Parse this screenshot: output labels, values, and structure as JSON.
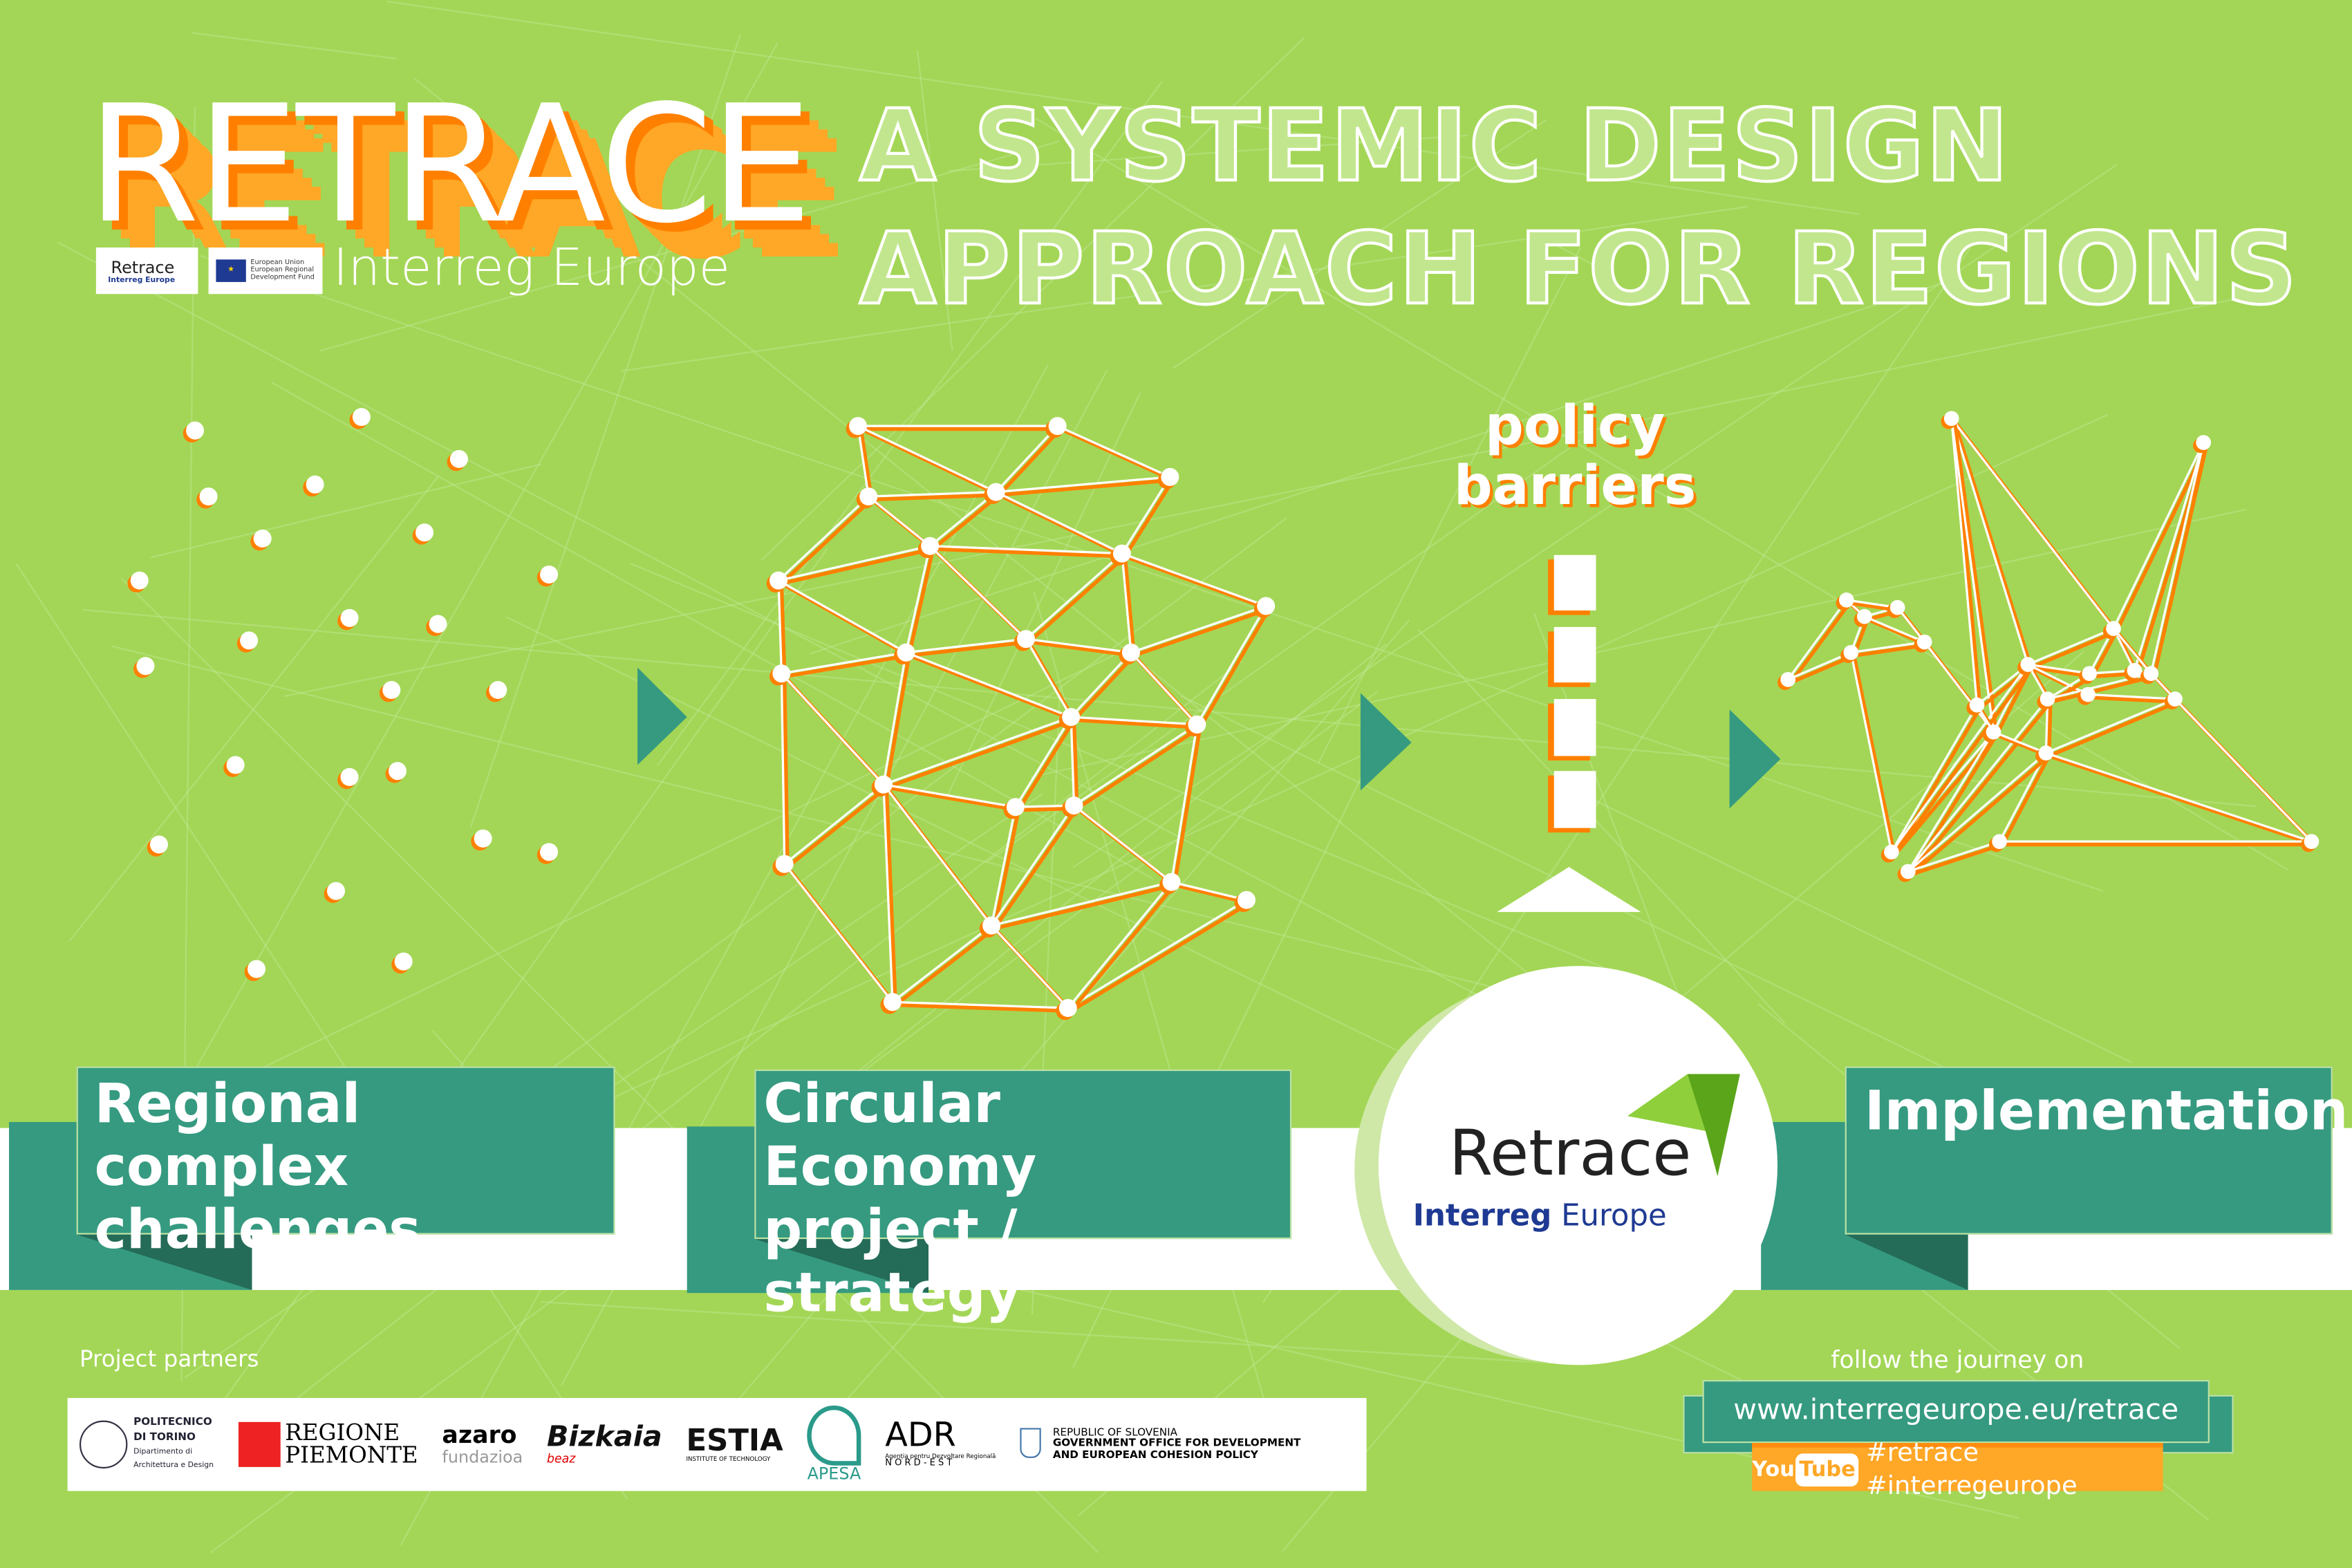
{
  "header": {
    "logo_word": "RETRACE",
    "logo_sub": "Interreg Europe",
    "mini_logo": {
      "name": "Retrace",
      "sub": "Interreg Europe"
    },
    "eu_logo": {
      "line1": "European Union",
      "line2": "European Regional",
      "line3": "Development Fund"
    }
  },
  "title": {
    "line1": "A SYSTEMIC DESIGN",
    "line2": "APPROACH FOR REGIONS"
  },
  "policy": {
    "line1": "policy",
    "line2": "barriers"
  },
  "steps": [
    {
      "line1": "Regional complex",
      "line2": "challenges"
    },
    {
      "line1": "Circular Economy",
      "line2": "project  / strategy"
    },
    {
      "line1": "Implementation",
      "line2": ""
    }
  ],
  "center_logo": {
    "name": "Retrace",
    "sub1": "Interreg",
    "sub2": "Europe"
  },
  "partners": {
    "label": "Project partners",
    "items": [
      {
        "name": "POLITECNICO DI TORINO",
        "sub": "Dipartimento di Architettura e Design"
      },
      {
        "name": "REGIONE",
        "sub": "PIEMONTE"
      },
      {
        "name": "azaro",
        "sub": "fundazioa"
      },
      {
        "name": "Bizkaia",
        "sub": "beaz"
      },
      {
        "name": "ESTIA",
        "sub": "INSTITUTE OF TECHNOLOGY"
      },
      {
        "name": "APESA",
        "sub": ""
      },
      {
        "name": "ADR",
        "sub": "Agenția pentru Dezvoltare Regională",
        "sub2": "N O R D - E S T"
      },
      {
        "name": "REPUBLIC OF SLOVENIA",
        "sub": "GOVERNMENT OFFICE FOR DEVELOPMENT",
        "sub2": "AND EUROPEAN COHESION POLICY"
      }
    ]
  },
  "follow": {
    "label": "follow the journey on",
    "url": "www.interregeurope.eu/retrace",
    "youtube_you": "You",
    "youtube_tube": "Tube",
    "hashtags": "#retrace #interregeurope"
  },
  "colors": {
    "bg": "#a3d656",
    "teal": "#359a80",
    "orange": "#ff8000",
    "light_orange": "#ffa726"
  }
}
